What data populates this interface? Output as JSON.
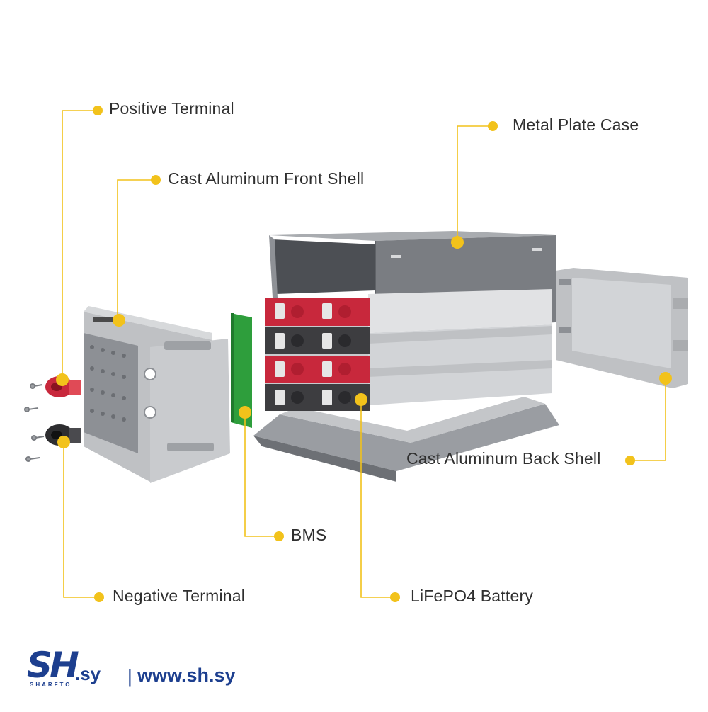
{
  "labels": {
    "positive_terminal": "Positive Terminal",
    "cast_aluminum_front_shell": "Cast Aluminum Front Shell",
    "metal_plate_case": "Metal Plate Case",
    "cast_aluminum_back_shell": "Cast Aluminum Back Shell",
    "bms": "BMS",
    "negative_terminal": "Negative Terminal",
    "lifepo4_battery": "LiFePO4 Battery"
  },
  "logo": {
    "mark": "SH",
    "tld": ".sy",
    "tagline": "SHARFTO",
    "separator": "|",
    "url": "www.sh.sy"
  },
  "colors": {
    "callout": "#f2c21b",
    "case_grey": "#7a7d82",
    "shell_grey": "#bfc1c4",
    "cell_red": "#c8283c",
    "cell_dark": "#3d3d40",
    "bms_green": "#2e9e3c",
    "logo_blue": "#1d3f8f"
  }
}
